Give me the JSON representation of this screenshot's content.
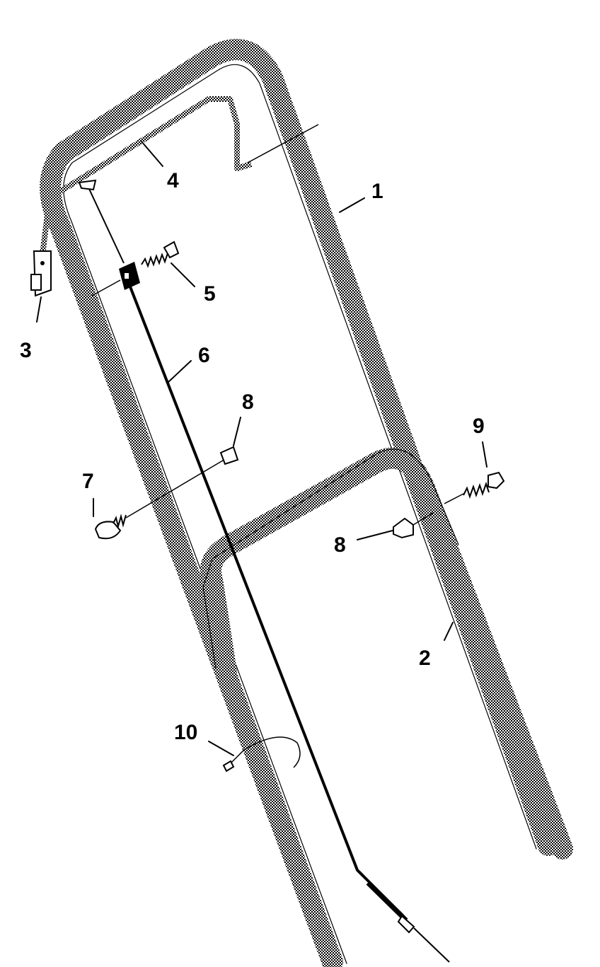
{
  "labels": {
    "p1": "1",
    "p2": "2",
    "p3": "3",
    "p4": "4",
    "p5": "5",
    "p6": "6",
    "p7": "7",
    "p8a": "8",
    "p8b": "8",
    "p9": "9",
    "p10": "10"
  }
}
